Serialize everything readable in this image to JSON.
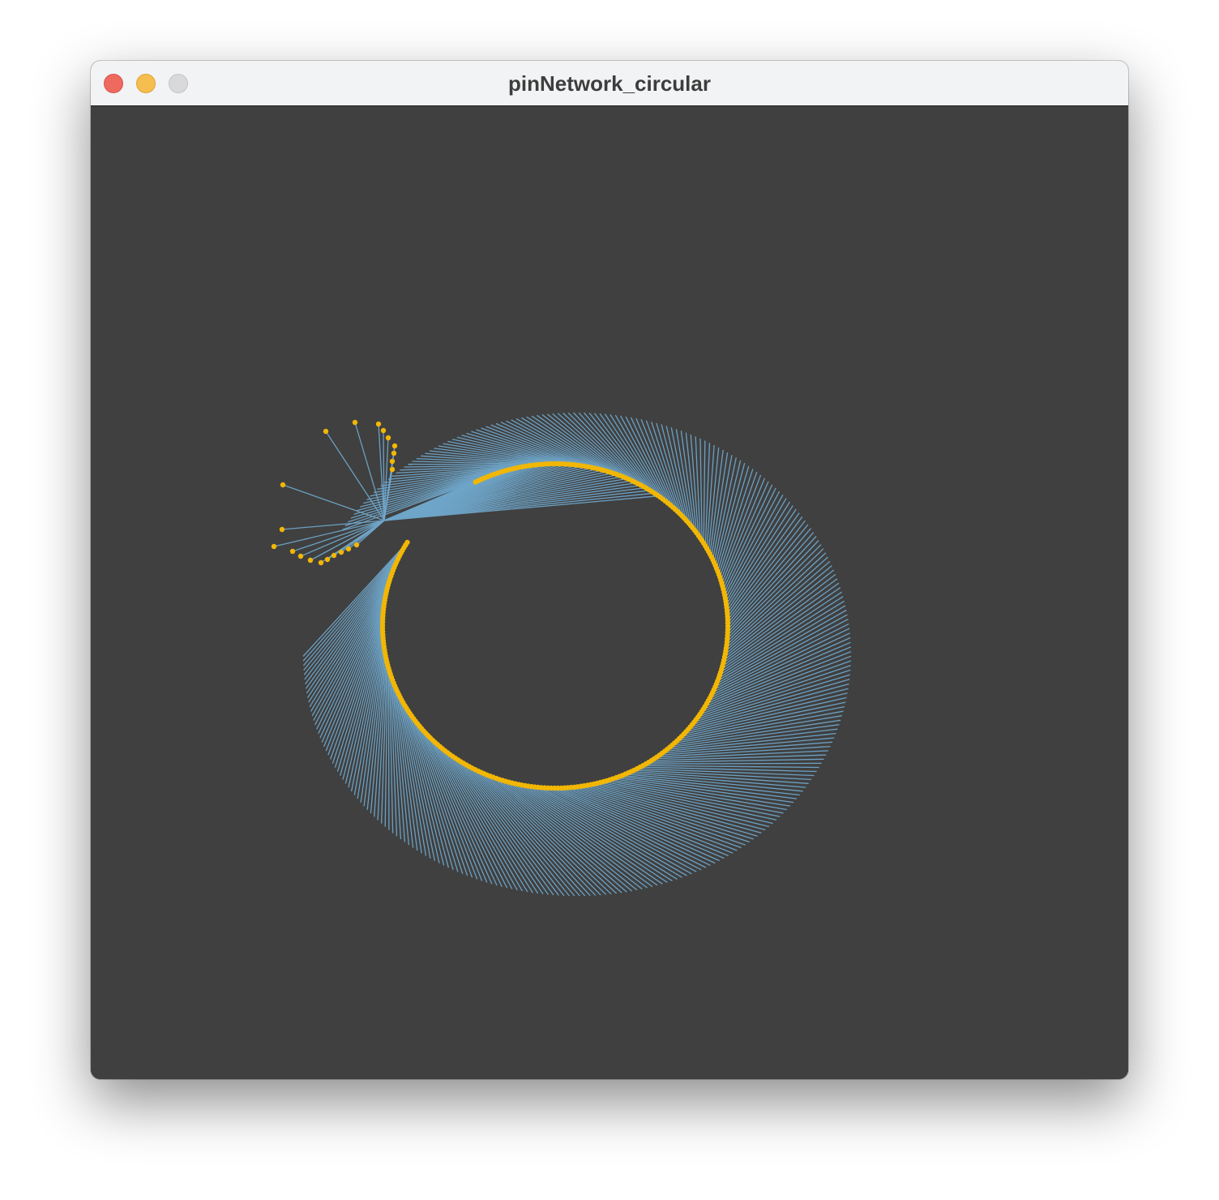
{
  "window": {
    "title": "pinNetwork_circular"
  },
  "controls": {
    "close": "close-button",
    "minimize": "minimize-button",
    "zoom": "zoom-button"
  },
  "colors": {
    "background": "#404040",
    "edge": "#6fa5c9",
    "node": "#f2b705",
    "titlebar": "#f2f3f5"
  },
  "network": {
    "layout": "circular",
    "node_count": 300,
    "strand_count": 300,
    "stray_nodes": 21
  }
}
